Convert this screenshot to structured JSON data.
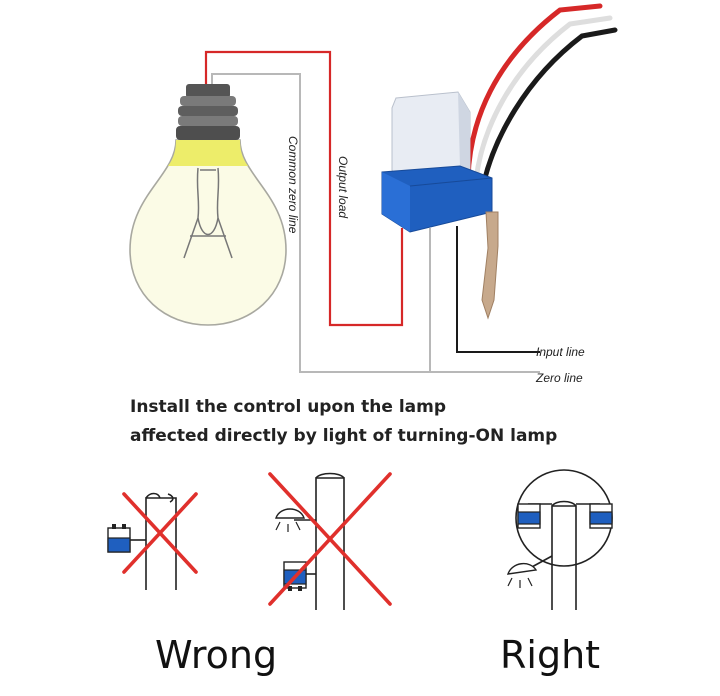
{
  "wiring": {
    "common_zero_line": "Common zero line",
    "output_load": "Output load",
    "input_line": "Input line",
    "zero_line": "Zero line"
  },
  "instruction": {
    "line1": "Install the control upon the lamp",
    "line2": "affected directly by light of turning-ON lamp"
  },
  "verdicts": {
    "wrong": "Wrong",
    "right": "Right"
  },
  "colors": {
    "wire_red": "#d62828",
    "wire_gray": "#b8b8b8",
    "wire_black": "#1a1a1a",
    "sensor_blue": "#1f5fbf",
    "cross_red": "#e0302c",
    "bulb_glass": "#fbfbe6",
    "bulb_glow": "#eded6a"
  }
}
